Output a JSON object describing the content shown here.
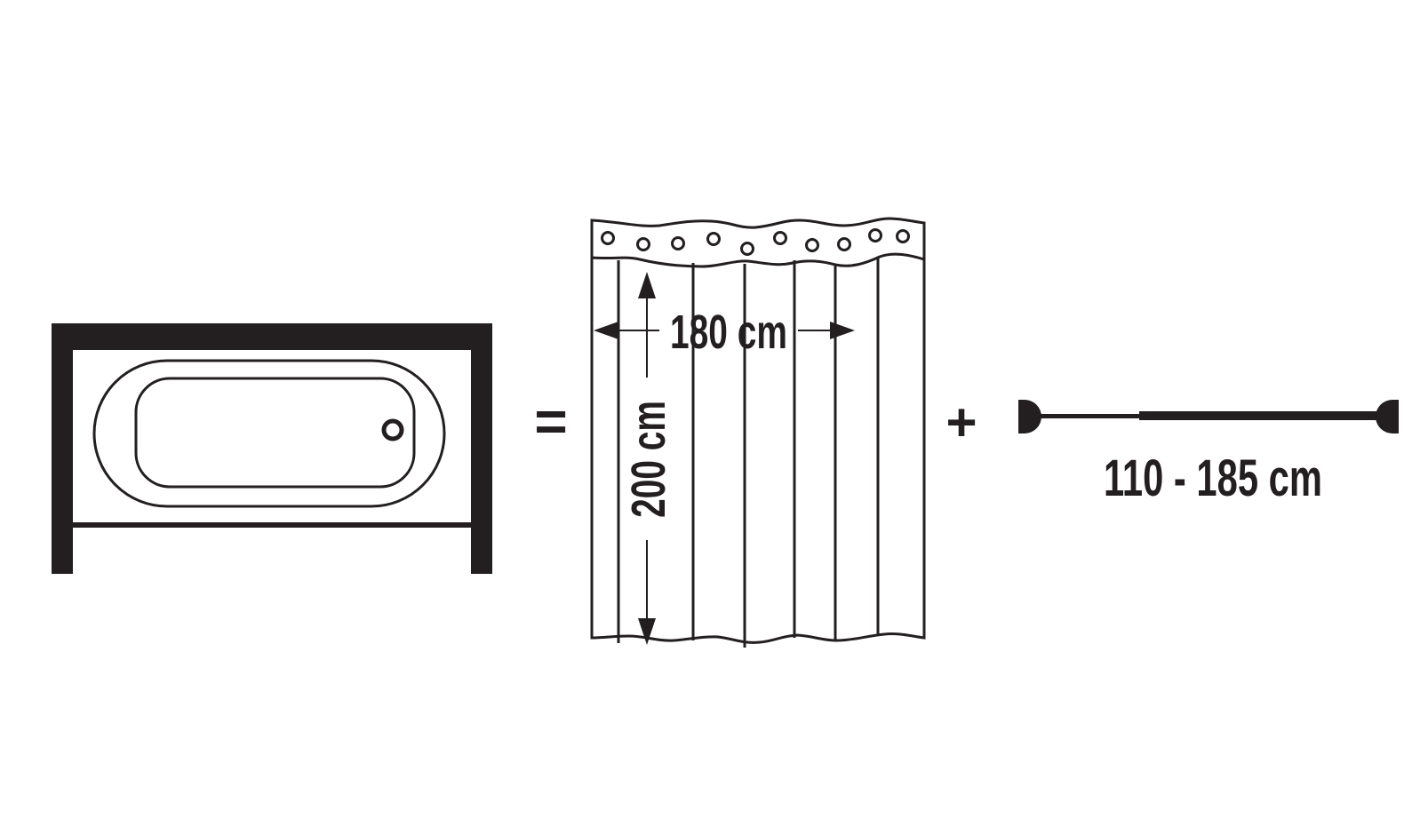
{
  "operators": {
    "equals": "=",
    "plus": "+"
  },
  "curtain": {
    "width_label": "180 cm",
    "height_label": "200 cm"
  },
  "rod": {
    "length_label": "110 - 185 cm"
  },
  "colors": {
    "ink": "#231f20",
    "background": "#ffffff"
  }
}
